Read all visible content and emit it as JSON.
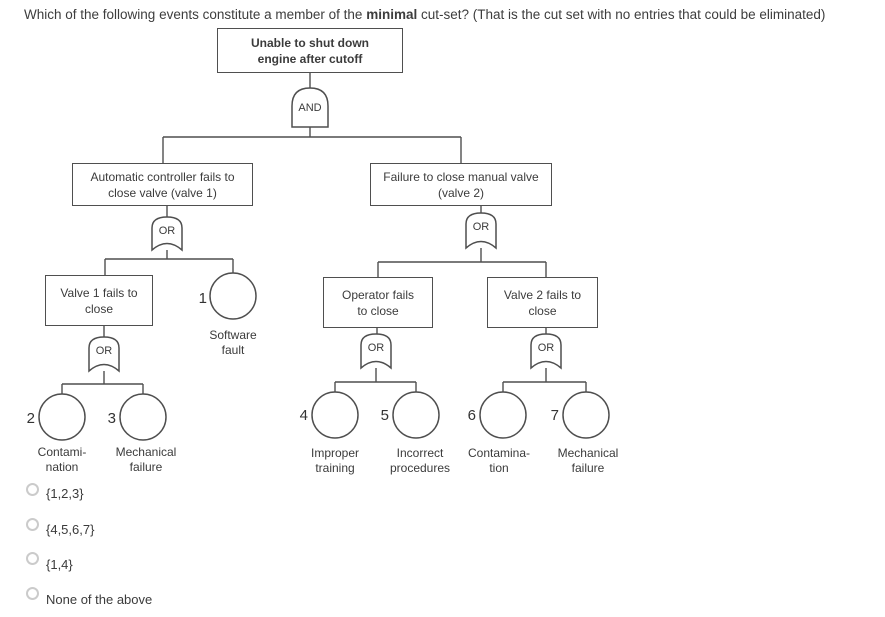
{
  "question": {
    "text_pre": "Which of the following events constitute a member of the ",
    "text_bold": "minimal",
    "text_post": " cut-set? (That is the cut set with no entries that could be eliminated)"
  },
  "colors": {
    "line": "#4f4f4f",
    "text": "#3b3b3b",
    "radio_border": "#cbcbcb"
  },
  "tree": {
    "top_event": "Unable to shut down\nengine after cutoff",
    "and_label": "AND",
    "or_label": "OR",
    "branch_left": "Automatic controller fails to\nclose valve (valve 1)",
    "branch_right": "Failure to close manual valve\n(valve 2)",
    "sub_left": "Valve 1 fails to\nclose",
    "sub_mid": "Operator fails\nto close",
    "sub_right": "Valve 2 fails to\nclose",
    "events": [
      {
        "num": "1",
        "label": "Software\nfault"
      },
      {
        "num": "2",
        "label": "Contami-\nnation"
      },
      {
        "num": "3",
        "label": "Mechanical\nfailure"
      },
      {
        "num": "4",
        "label": "Improper\ntraining"
      },
      {
        "num": "5",
        "label": "Incorrect\nprocedures"
      },
      {
        "num": "6",
        "label": "Contamina-\ntion"
      },
      {
        "num": "7",
        "label": "Mechanical\nfailure"
      }
    ]
  },
  "options": [
    {
      "label": "{1,2,3}"
    },
    {
      "label": "{4,5,6,7}"
    },
    {
      "label": "{1,4}"
    },
    {
      "label": "None of the above"
    }
  ]
}
